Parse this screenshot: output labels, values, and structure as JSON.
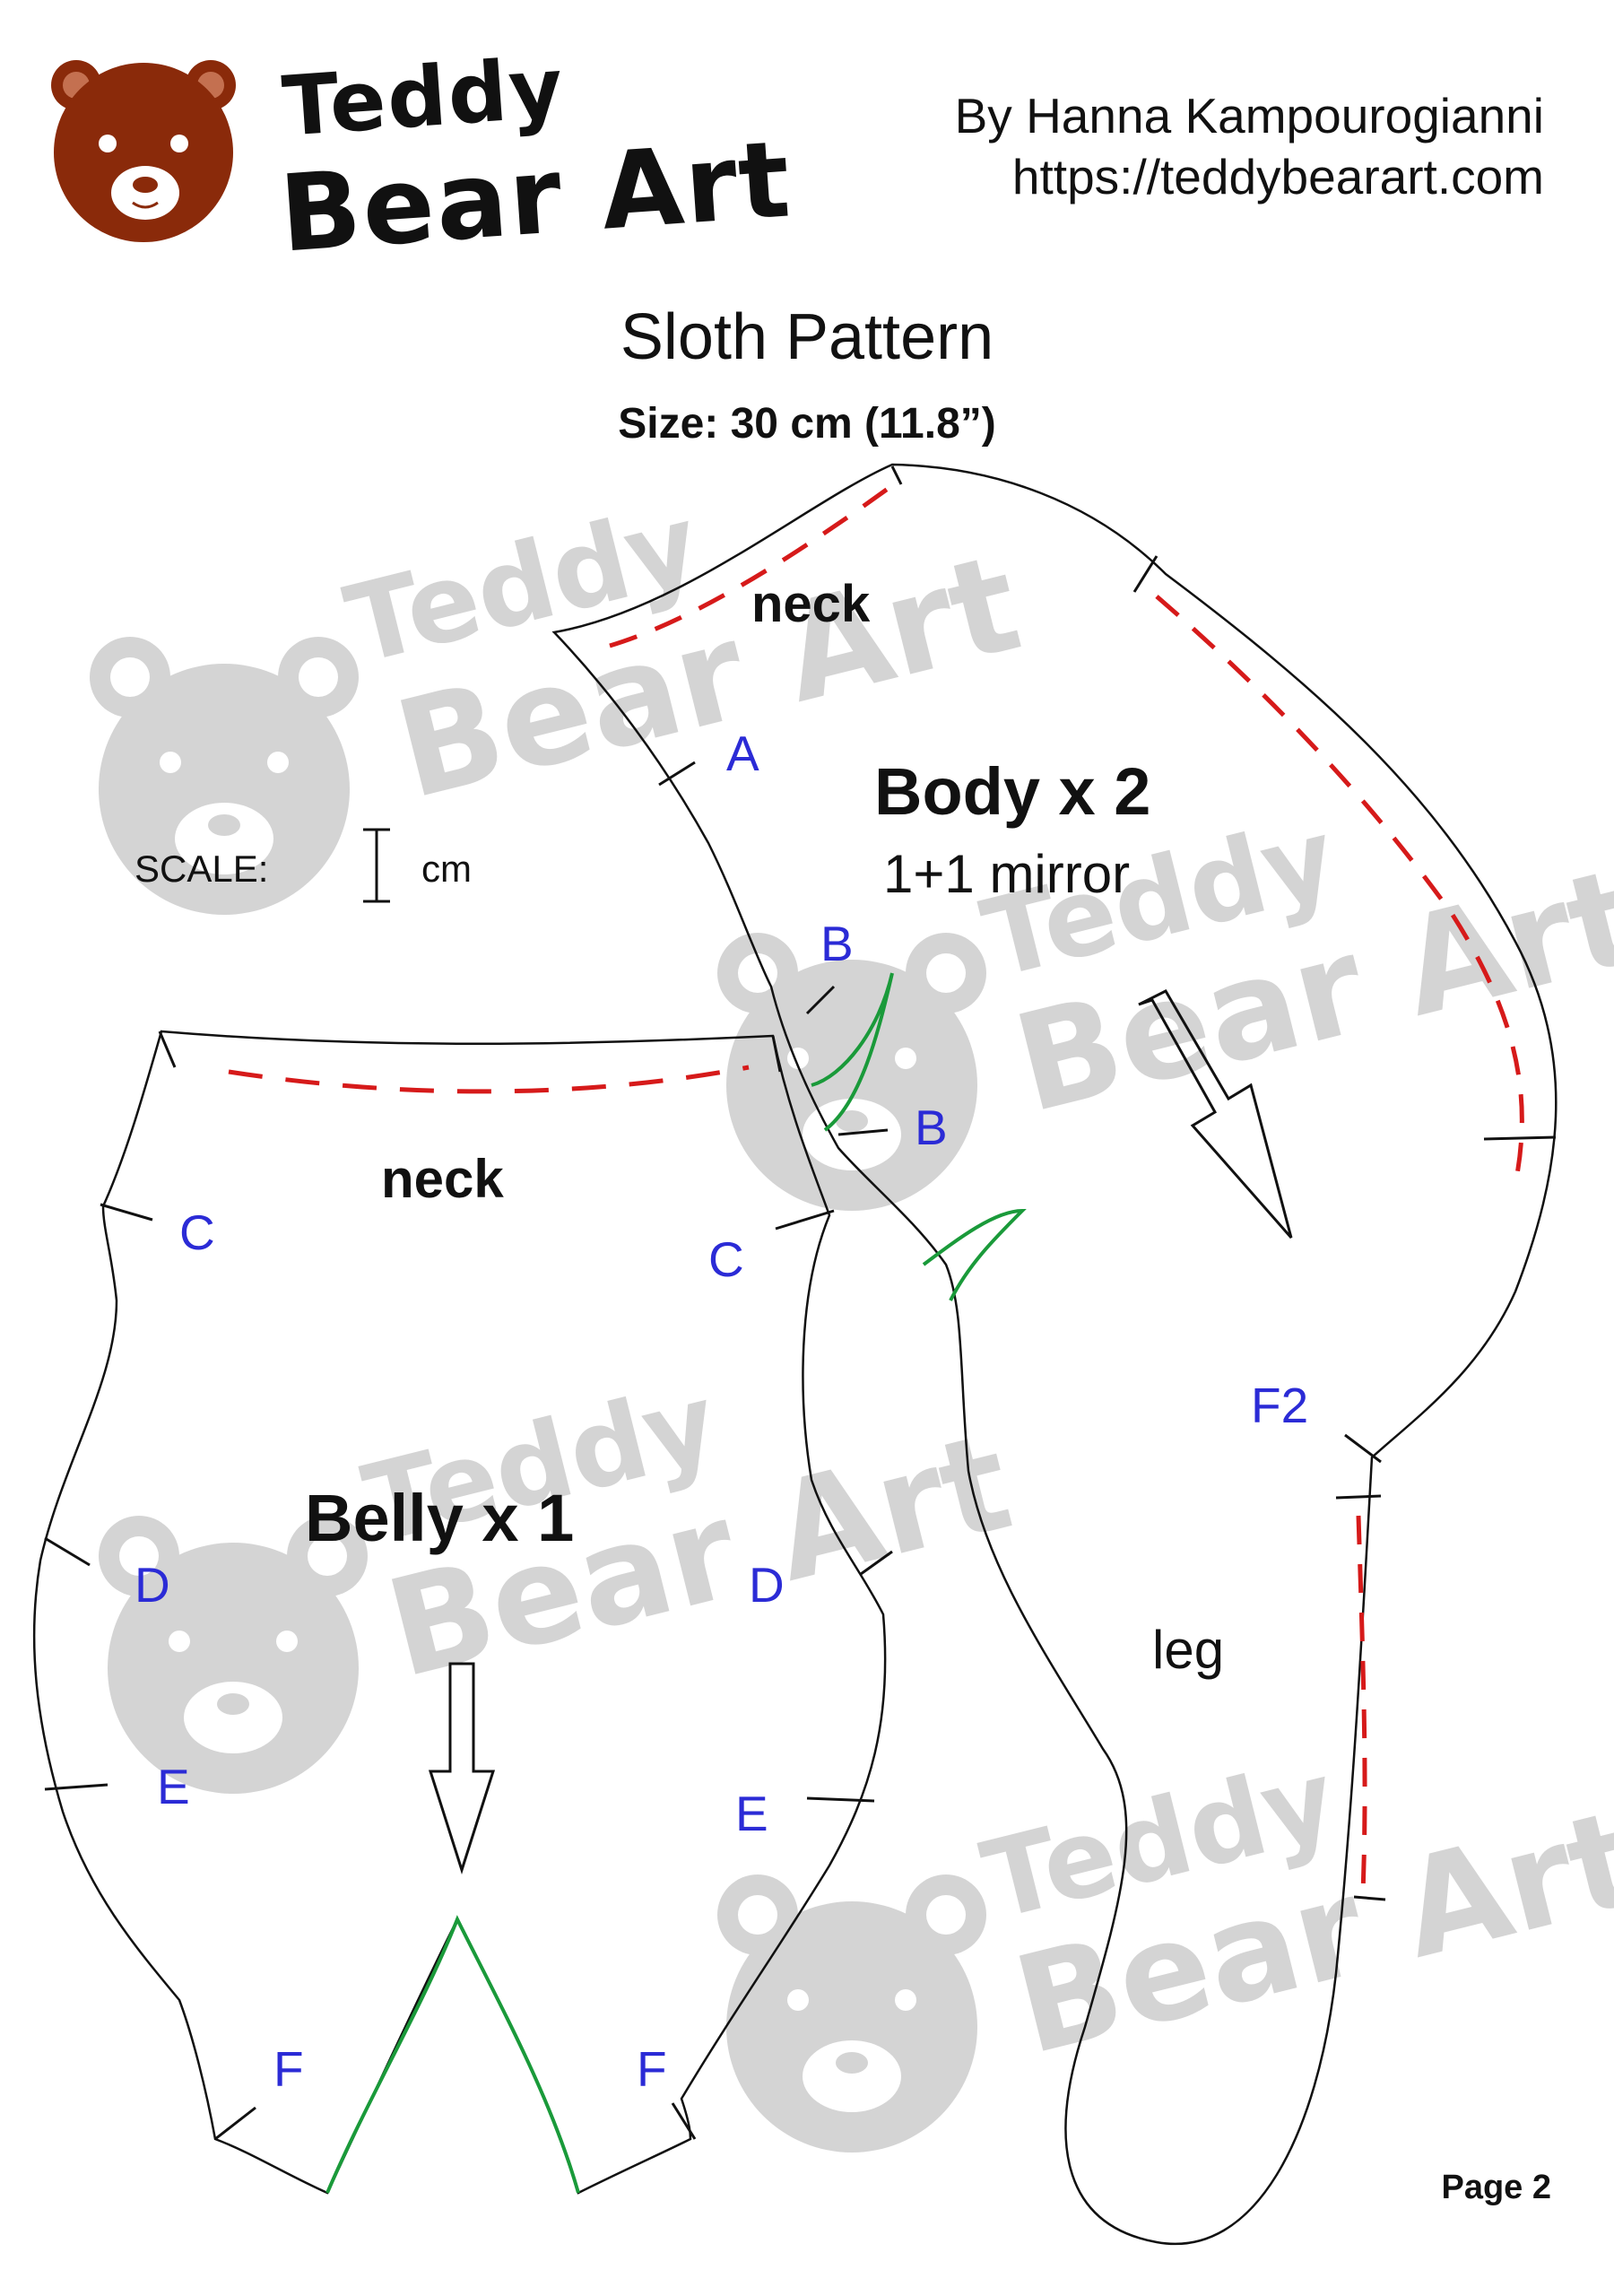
{
  "header": {
    "brand_line1": "Teddy",
    "brand_line2": "Bear Art",
    "author": "By Hanna Kampourogianni",
    "website": "https://teddybearart.com"
  },
  "document": {
    "title": "Sloth Pattern",
    "size": "Size: 30 cm (11.8”)",
    "scale_label": "SCALE:",
    "scale_unit": "cm",
    "page": "Page 2"
  },
  "body_piece": {
    "name": "Body x 2",
    "note": "1+1 mirror",
    "neck_label": "neck",
    "leg_label": "leg",
    "marks": [
      "A",
      "B",
      "B",
      "F2"
    ]
  },
  "belly_piece": {
    "name": "Belly x 1",
    "neck_label": "neck",
    "marks_left": [
      "C",
      "D",
      "E",
      "F"
    ],
    "marks_right": [
      "C",
      "D",
      "E",
      "F"
    ]
  },
  "watermark": {
    "text_line1": "Teddy",
    "text_line2": "Bear Art"
  },
  "colors": {
    "logo_brown": "#8a2a0a",
    "mark_blue": "#2b2bd6",
    "opening_red": "#d61a1a",
    "dart_green": "#1a9a3a",
    "watermark_gray": "#d2d2d2"
  }
}
